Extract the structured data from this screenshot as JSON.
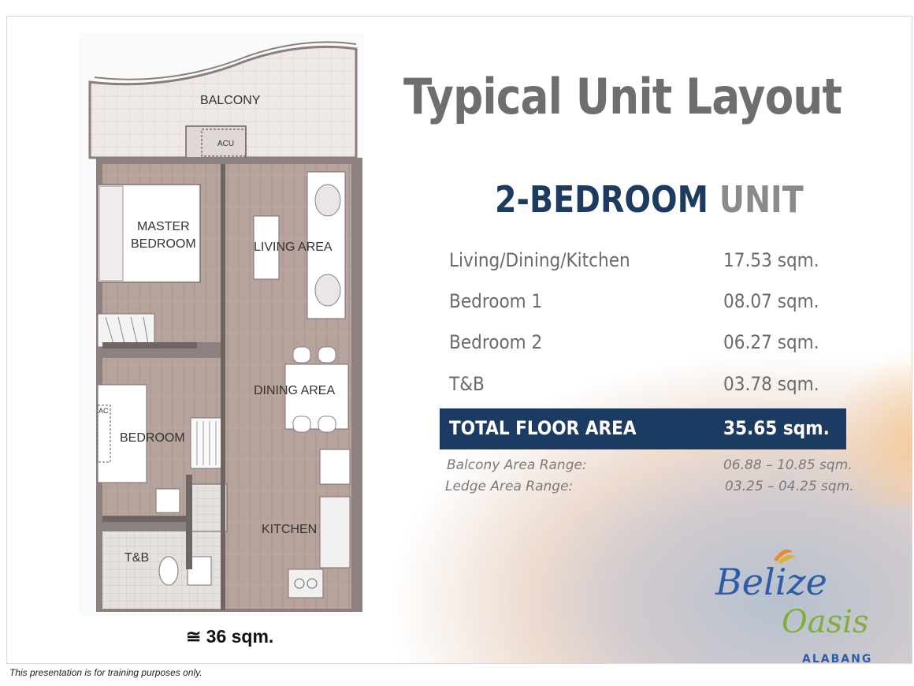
{
  "header": {
    "title": "Typical Unit Layout",
    "subtitle_part1": "2-BEDROOM",
    "subtitle_part2": "UNIT"
  },
  "areas": [
    {
      "label": "Living/Dining/Kitchen",
      "value": "17.53 sqm."
    },
    {
      "label": "Bedroom 1",
      "value": "08.07 sqm."
    },
    {
      "label": "Bedroom 2",
      "value": "06.27 sqm."
    },
    {
      "label": "T&B",
      "value": "03.78 sqm."
    }
  ],
  "total": {
    "label": "TOTAL FLOOR AREA",
    "value": "35.65 sqm."
  },
  "ranges": [
    {
      "label": "Balcony Area Range:",
      "value": "06.88 – 10.85 sqm."
    },
    {
      "label": "Ledge Area Range:",
      "value": "03.25 – 04.25 sqm."
    }
  ],
  "floorplan": {
    "balcony": "BALCONY",
    "acu": "ACU",
    "master_bedroom_line1": "MASTER",
    "master_bedroom_line2": "BEDROOM",
    "living_area": "LIVING AREA",
    "dining_area": "DINING AREA",
    "bedroom": "BEDROOM",
    "ac": "AC",
    "kitchen": "KITCHEN",
    "tb": "T&B",
    "approx_area": "≅ 36 sqm."
  },
  "logo": {
    "line1": "Belize",
    "line2": "Oasis",
    "line3": "ALABANG"
  },
  "footnote": "This presentation is for training purposes only.",
  "colors": {
    "navy": "#1b3b63",
    "title_gray": "#6e6e6e",
    "logo_blue": "#2c5ea8",
    "logo_green": "#7fae3a"
  }
}
